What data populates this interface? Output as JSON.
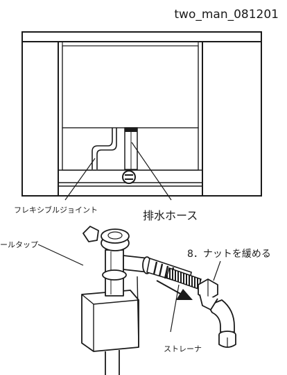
{
  "header": {
    "doc_id": "two_man_081201"
  },
  "labels": {
    "flexible_joint": "フレキシブルジョイント",
    "drain_hose": "排水ホース",
    "ball_tap": "ールタップ",
    "step_8": "8．ナットを緩める",
    "strainer": "ストレーナ"
  },
  "colors": {
    "line": "#1a1a1a",
    "bg": "#ffffff",
    "tank_shade": "#f4f4f4"
  }
}
